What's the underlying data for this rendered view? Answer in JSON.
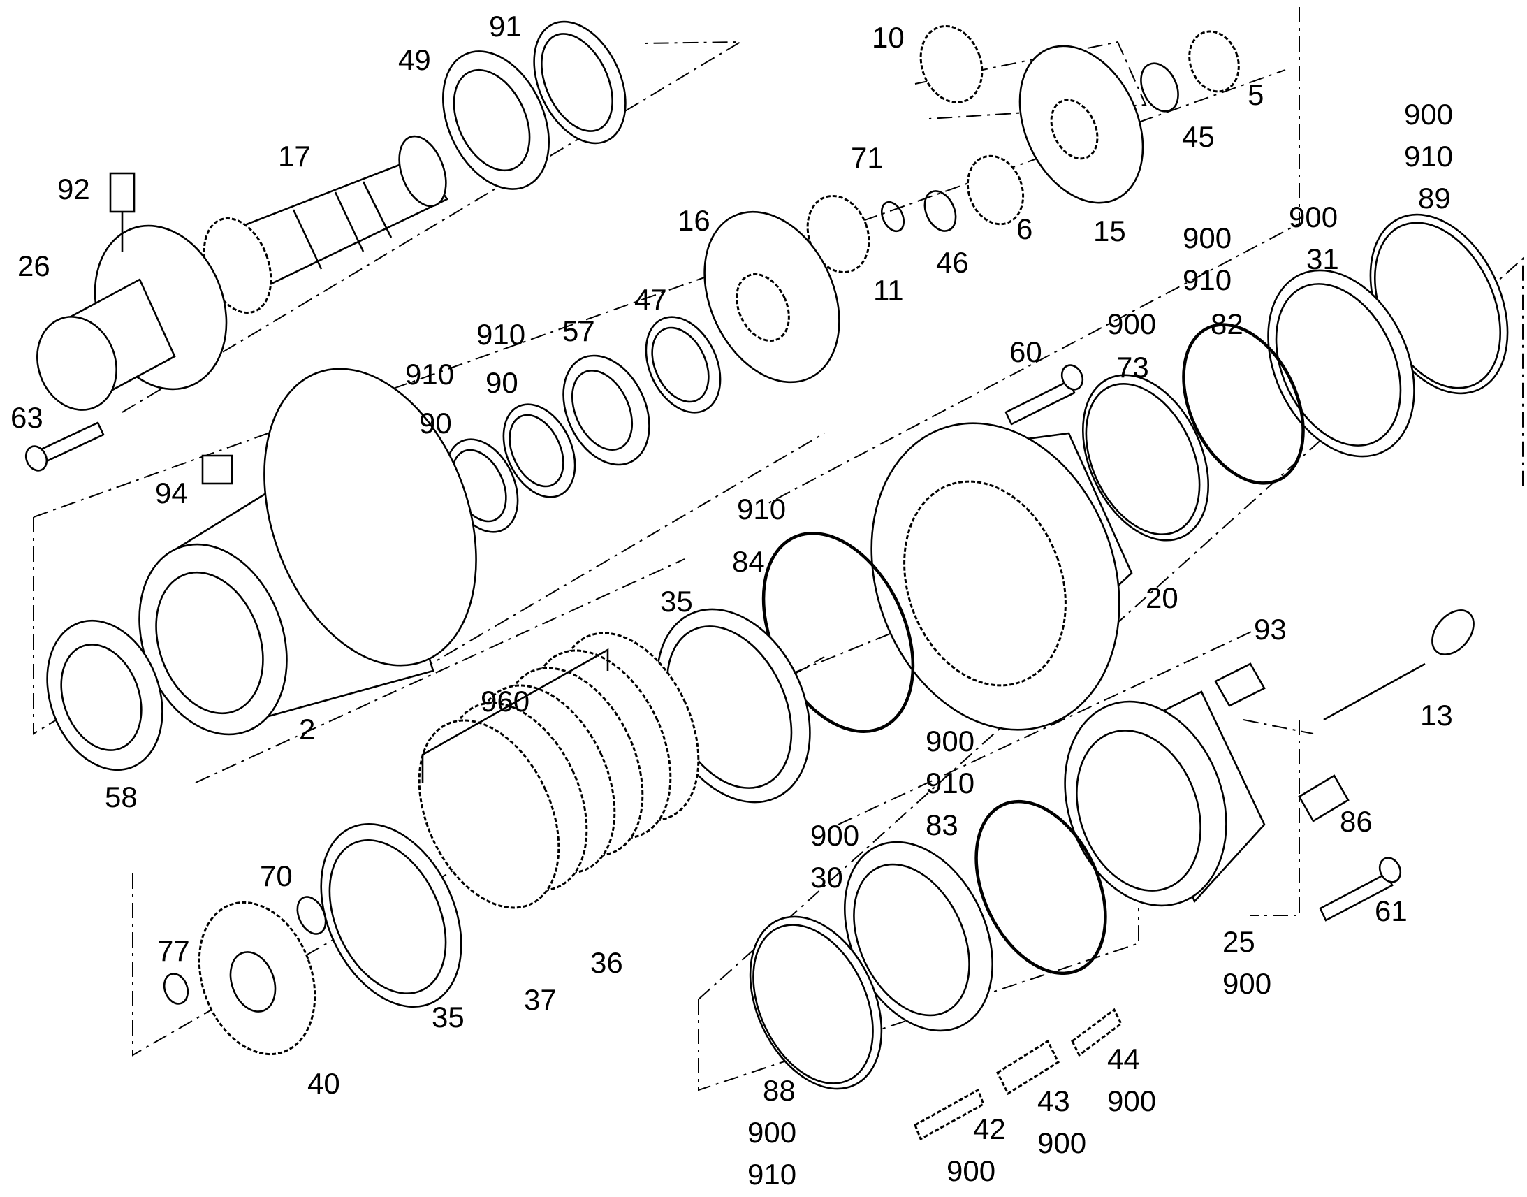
{
  "diagram": {
    "labels": [
      {
        "id": "91",
        "text": "91"
      },
      {
        "id": "49",
        "text": "49"
      },
      {
        "id": "17",
        "text": "17"
      },
      {
        "id": "92",
        "text": "92"
      },
      {
        "id": "26",
        "text": "26"
      },
      {
        "id": "63",
        "text": "63"
      },
      {
        "id": "10",
        "text": "10"
      },
      {
        "id": "5",
        "text": "5"
      },
      {
        "id": "45",
        "text": "45"
      },
      {
        "id": "71",
        "text": "71"
      },
      {
        "id": "16",
        "text": "16"
      },
      {
        "id": "6",
        "text": "6"
      },
      {
        "id": "15",
        "text": "15"
      },
      {
        "id": "46",
        "text": "46"
      },
      {
        "id": "11",
        "text": "11"
      },
      {
        "id": "900a",
        "text": "900"
      },
      {
        "id": "910a",
        "text": "910"
      },
      {
        "id": "89",
        "text": "89"
      },
      {
        "id": "900b",
        "text": "900"
      },
      {
        "id": "31",
        "text": "31"
      },
      {
        "id": "900c",
        "text": "900"
      },
      {
        "id": "910c",
        "text": "910"
      },
      {
        "id": "47",
        "text": "47"
      },
      {
        "id": "57",
        "text": "57"
      },
      {
        "id": "910d",
        "text": "910"
      },
      {
        "id": "90a",
        "text": "90"
      },
      {
        "id": "910e",
        "text": "910"
      },
      {
        "id": "90b",
        "text": "90"
      },
      {
        "id": "900d",
        "text": "900"
      },
      {
        "id": "82",
        "text": "82"
      },
      {
        "id": "60",
        "text": "60"
      },
      {
        "id": "73",
        "text": "73"
      },
      {
        "id": "94",
        "text": "94"
      },
      {
        "id": "910f",
        "text": "910"
      },
      {
        "id": "84",
        "text": "84"
      },
      {
        "id": "35a",
        "text": "35"
      },
      {
        "id": "20",
        "text": "20"
      },
      {
        "id": "93",
        "text": "93"
      },
      {
        "id": "960",
        "text": "960"
      },
      {
        "id": "13",
        "text": "13"
      },
      {
        "id": "2",
        "text": "2"
      },
      {
        "id": "58",
        "text": "58"
      },
      {
        "id": "900e",
        "text": "900"
      },
      {
        "id": "910g",
        "text": "910"
      },
      {
        "id": "83",
        "text": "83"
      },
      {
        "id": "900f",
        "text": "900"
      },
      {
        "id": "86",
        "text": "86"
      },
      {
        "id": "70",
        "text": "70"
      },
      {
        "id": "30",
        "text": "30"
      },
      {
        "id": "61",
        "text": "61"
      },
      {
        "id": "77",
        "text": "77"
      },
      {
        "id": "36",
        "text": "36"
      },
      {
        "id": "25",
        "text": "25"
      },
      {
        "id": "900g",
        "text": "900"
      },
      {
        "id": "37",
        "text": "37"
      },
      {
        "id": "35b",
        "text": "35"
      },
      {
        "id": "44",
        "text": "44"
      },
      {
        "id": "900h",
        "text": "900"
      },
      {
        "id": "40",
        "text": "40"
      },
      {
        "id": "88",
        "text": "88"
      },
      {
        "id": "43",
        "text": "43"
      },
      {
        "id": "900i",
        "text": "900"
      },
      {
        "id": "42",
        "text": "42"
      },
      {
        "id": "900j",
        "text": "900"
      },
      {
        "id": "910h",
        "text": "910"
      },
      {
        "id": "900k",
        "text": "900"
      }
    ]
  }
}
